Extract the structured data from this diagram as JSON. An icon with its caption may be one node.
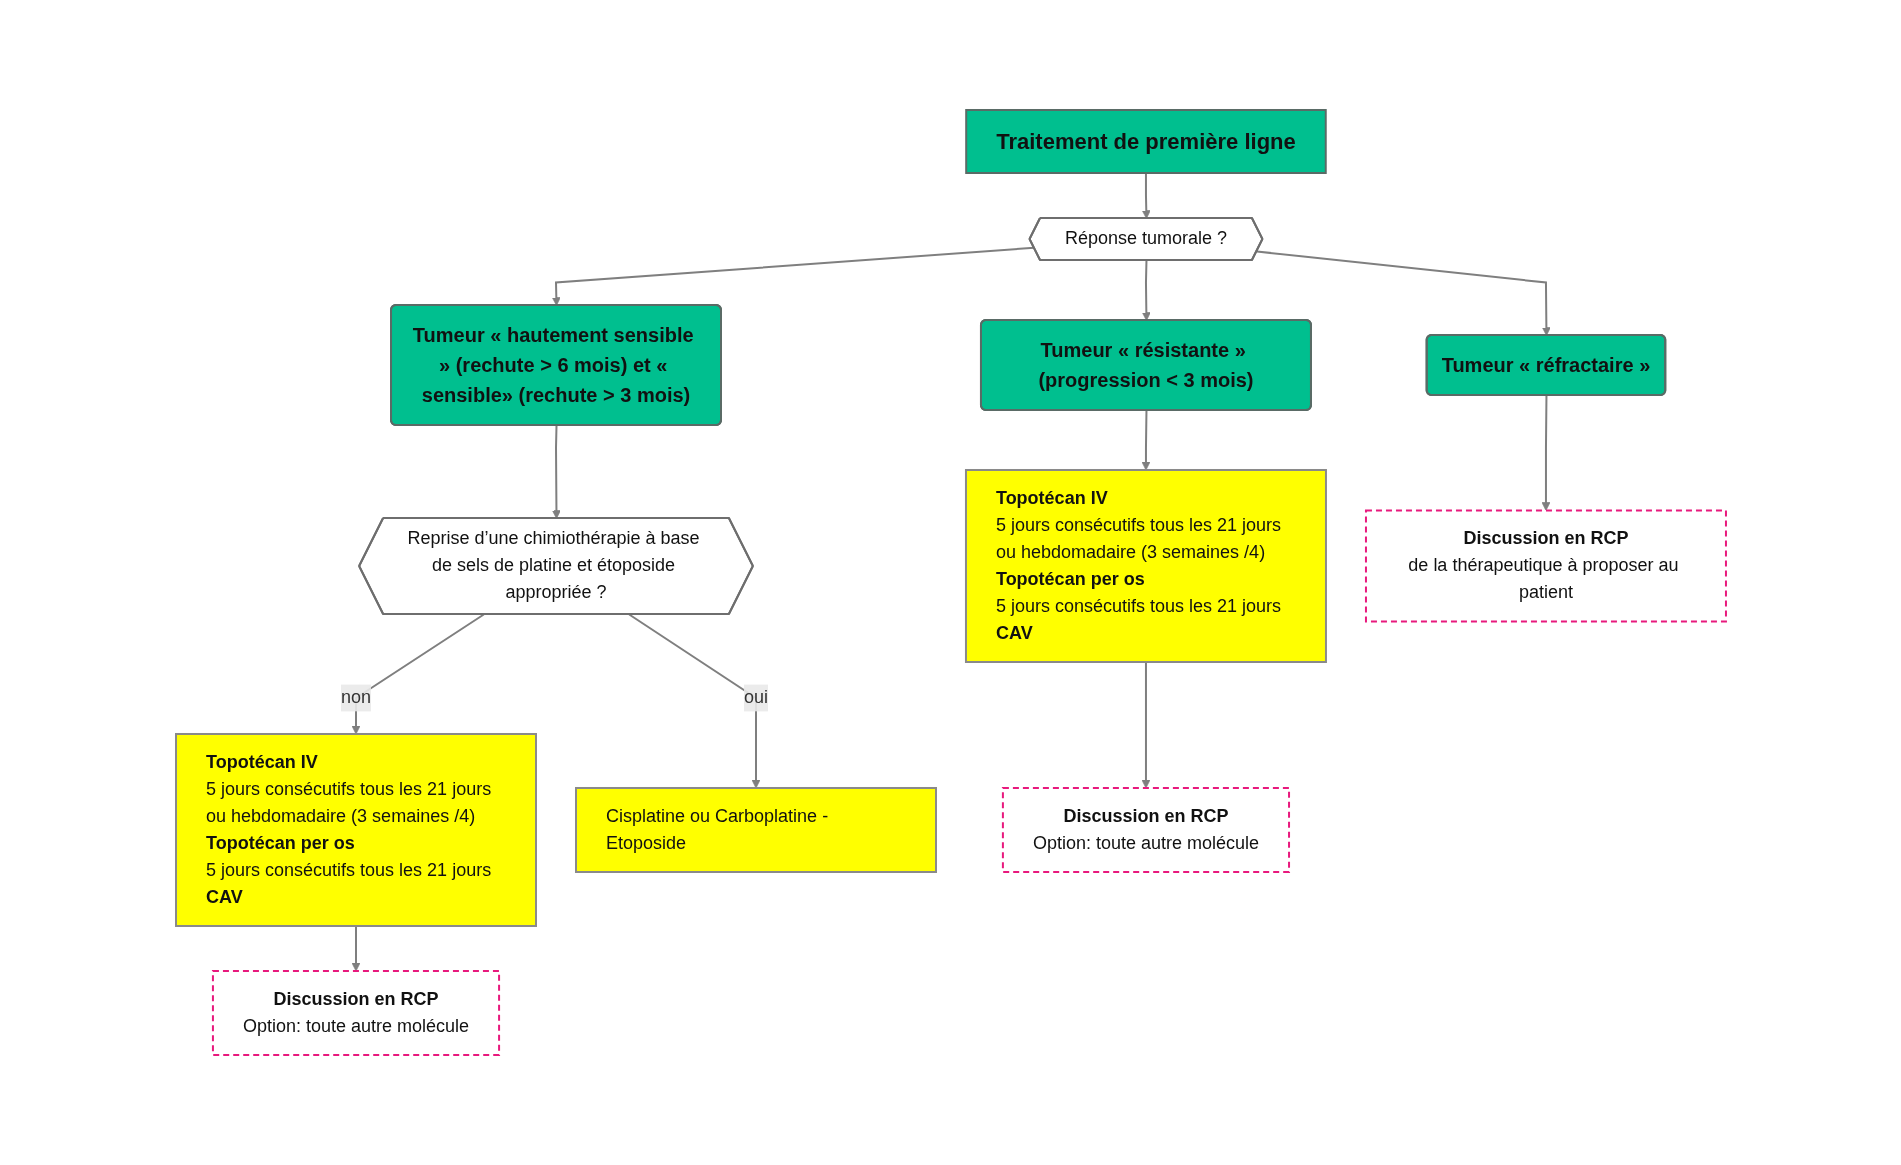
{
  "diagram": {
    "nodes": [
      {
        "text": [
          "Traitement de première ligne"
        ]
      },
      {
        "text": [
          "Réponse tumorale ?"
        ]
      },
      {
        "text": [
          "Tumeur « hautement sensible » (rechute > 6 mois) et « sensible» (rechute > 3 mois)"
        ]
      },
      {
        "text": [
          "Tumeur « résistante » (progression < 3 mois)"
        ]
      },
      {
        "text": [
          "Tumeur « réfractaire »"
        ]
      },
      {
        "text": [
          "Reprise d’une chimiothérapie à base de sels de platine et étoposide appropriée ?"
        ]
      },
      {
        "text": [
          "Topotécan IV",
          "5 jours consécutifs tous les 21 jours ou hebdomadaire (3 semaines /4)",
          "Topotécan per os",
          "5 jours consécutifs tous les 21 jours",
          "CAV"
        ]
      },
      {
        "text": [
          "Cisplatine ou Carboplatine -Etoposide"
        ]
      },
      {
        "text": [
          "Topotécan IV",
          "5 jours consécutifs tous les 21 jours ou hebdomadaire (3 semaines /4)",
          "Topotécan per os",
          "5 jours consécutifs tous les 21 jours",
          "CAV"
        ]
      },
      {
        "text": [
          "Discussion en RCP",
          "Option: toute autre molécule"
        ]
      },
      {
        "text": [
          "Discussion en RCP",
          "Option: toute autre molécule"
        ]
      },
      {
        "text": [
          "Discussion en RCP",
          "de la thérapeutique à proposer au patient"
        ]
      }
    ],
    "edges": [
      {
        "from": 0,
        "to": 1,
        "arrow": "to"
      },
      {
        "from": 1,
        "to": 2,
        "arrow": "to"
      },
      {
        "from": 1,
        "to": 3,
        "arrow": "to"
      },
      {
        "from": 1,
        "to": 4,
        "arrow": "to"
      },
      {
        "from": 2,
        "to": 5,
        "arrow": "to"
      },
      {
        "from": 5,
        "to": 6,
        "label": "non",
        "arrow": "to"
      },
      {
        "from": 5,
        "to": 7,
        "label": "oui",
        "arrow": "to"
      },
      {
        "from": 3,
        "to": 8,
        "arrow": "to"
      },
      {
        "from": 6,
        "to": 9,
        "arrow": "to"
      },
      {
        "from": 8,
        "to": 10,
        "arrow": "to"
      },
      {
        "from": 4,
        "to": 11,
        "arrow": "to"
      }
    ]
  }
}
